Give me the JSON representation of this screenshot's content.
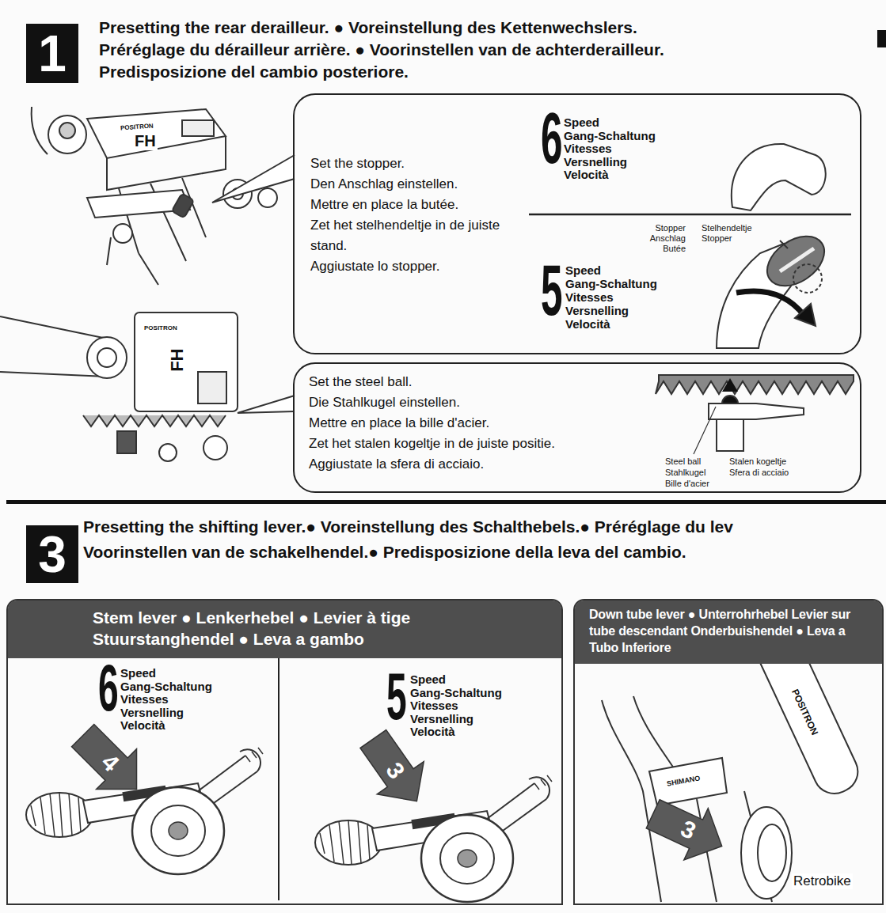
{
  "diagram": {
    "nodes": [
      {
        "text": [
          "1"
        ]
      },
      {
        "text": [
          "Set the stopper.",
          "Den Anschlag einstellen.",
          "Mettre en place la butée.",
          "Zet het stelhendeltje in de juiste stand.",
          "Aggiustate lo stopper."
        ]
      },
      {
        "text": [
          "Set the steel ball.",
          "Die Stahlkugel einstellen.",
          "Mettre en place la bille d'acier.",
          "Zet het stalen kogeltje in de juiste positie.",
          "Aggiustate la sfera di acciaio."
        ]
      },
      {
        "text": [
          "3"
        ]
      },
      {
        "text": [
          "Stem lever ● Lenkerhebel ● Levier à tige Stuurstanghendel ● Leva a gambo"
        ]
      },
      {
        "text": [
          "Down tube lever ● Unterrohrhebel Levier sur tube descendant Onderbuishendel ● Leva a Tubo Inferiore"
        ]
      }
    ],
    "labels": [
      "Presetting the rear derailleur. ● Voreinstellung des Kettenwechslers.",
      "Préréglage du dérailleur arrière. ● Voorinstellen van de achterderailleur.",
      "Predisposizione del cambio posteriore.",
      "Presetting the shifting lever.● Voreinstellung des Schalthebels.● Préréglage du lev",
      "Voorinstellen van de schakelhendel.● Predisposizione della leva del cambio.",
      "6",
      "Speed",
      "Gang-Schaltung",
      "Vitesses",
      "Versnelling",
      "Velocità",
      "5",
      "Speed",
      "Gang-Schaltung",
      "Vitesses",
      "Versnelling",
      "Velocità",
      "Stopper",
      "Anschlag",
      "Butée",
      "Stelhendeltje",
      "Stopper",
      "Steel ball",
      "Stahlkugel",
      "Bille d'acier",
      "Stalen kogeltje",
      "Sfera di acciaio",
      "6",
      "Speed",
      "Gang-Schaltung",
      "Vitesses",
      "Versnelling",
      "Velocità",
      "5",
      "Speed",
      "Gang-Schaltung",
      "Vitesses",
      "Versnelling",
      "Velocità",
      "4",
      "3",
      "3",
      "POSITRON",
      "FH",
      "POSITRON",
      "FH",
      "SHIMANO",
      "POSITRON",
      "Retrobike"
    ]
  }
}
